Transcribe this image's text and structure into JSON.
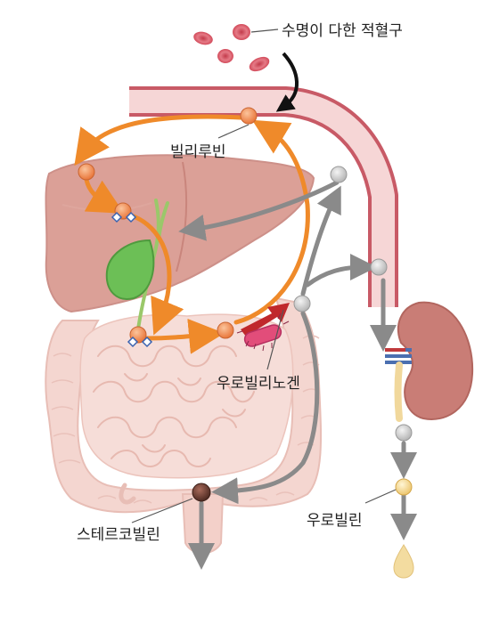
{
  "labels": {
    "expired_rbc": "수명이 다한 적혈구",
    "bilirubin": "빌리루빈",
    "urobilinogen": "우로빌리노겐",
    "stercobilin": "스테르코빌린",
    "urobilin": "우로빌린"
  },
  "colors": {
    "bilirubin_particle": "#f28a4b",
    "orange_arrow": "#ef8a2a",
    "grey_arrow": "#8a8a8a",
    "vessel": "#c85a66",
    "liver": "#d99a91",
    "gallbladder": "#6fbf5a",
    "intestine": "#f4d2cc",
    "kidney": "#c97a73",
    "urine": "#f3dca0",
    "stercobilin_particle": "#6a3a30",
    "urobilinogen_arrow": "#c0282c"
  },
  "icons": [
    "red-blood-cell-icon",
    "bacterium-icon",
    "urine-drop-icon"
  ]
}
